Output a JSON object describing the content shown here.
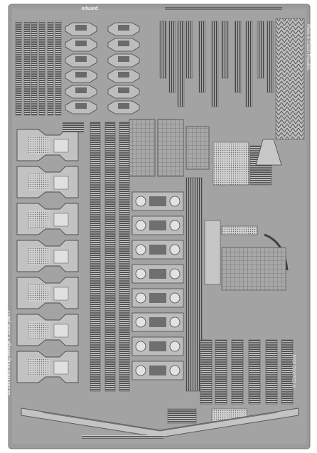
{
  "fret": {
    "brand": "eduard",
    "bottom_caption": "53 108 HMS King George V 1/350 part I",
    "made_in": "Made in Czech Republic",
    "side_code": "© EDUARD 2016"
  },
  "colors": {
    "metal": "#9b9b9b",
    "metal_dark": "#5e5e5e",
    "metal_light": "#c9c9c9",
    "frame": "#8f8f8f",
    "background": "#ffffff"
  }
}
